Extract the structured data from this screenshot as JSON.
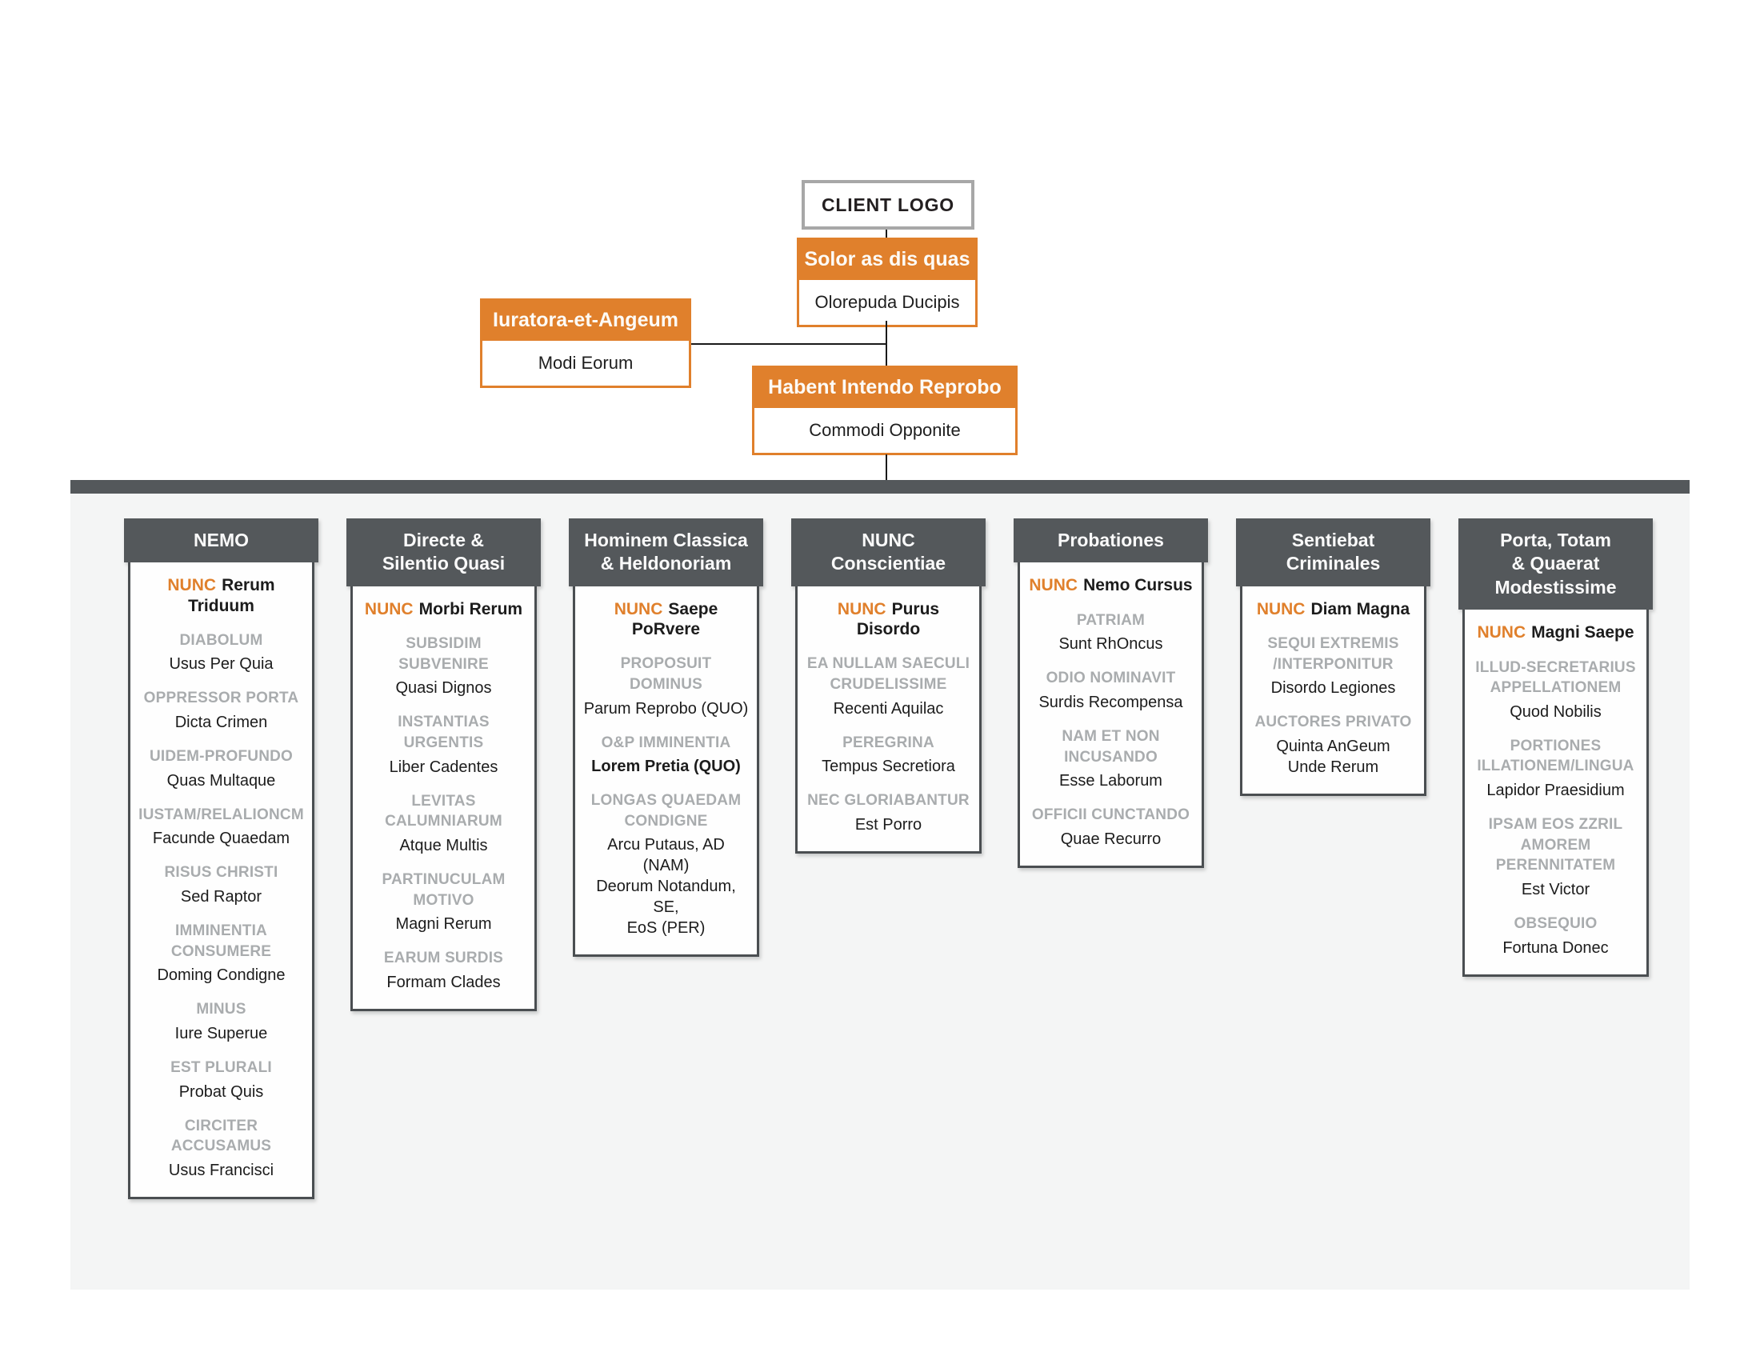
{
  "colors": {
    "accent_orange": "#e0802c",
    "header_gray": "#54585b",
    "role_gray": "#a9acae",
    "panel_gray": "#f4f5f5",
    "logo_border_gray": "#a7a7a7",
    "text_dark": "#1c1c1c"
  },
  "top": {
    "client_logo": "CLIENT LOGO",
    "root": {
      "title": "Solor as dis quas",
      "name": "Olorepuda Ducipis"
    },
    "left": {
      "title": "Iuratora-et-Angeum",
      "name": "Modi Eorum"
    },
    "middle": {
      "title": "Habent Intendo Reprobo",
      "name": "Commodi Opponite"
    }
  },
  "columns": [
    {
      "header": "NEMO",
      "lead": {
        "prefix": "NUNC",
        "name": "Rerum Triduum"
      },
      "items": [
        {
          "role": "DIABOLUM",
          "name": "Usus Per Quia"
        },
        {
          "role": "OPPRESSOR PORTA",
          "name": "Dicta Crimen"
        },
        {
          "role": "UIDEM-PROFUNDO",
          "name": "Quas Multaque"
        },
        {
          "role": "IUSTAM/RELALIONCM",
          "name": "Facunde Quaedam"
        },
        {
          "role": "RISUS CHRISTI",
          "name": "Sed Raptor"
        },
        {
          "role": "IMMINENTIA\nCONSUMERE",
          "name": "Doming Condigne"
        },
        {
          "role": "MINUS",
          "name": "Iure Superue"
        },
        {
          "role": "EST PLURALI",
          "name": "Probat Quis"
        },
        {
          "role": "CIRCITER ACCUSAMUS",
          "name": "Usus Francisci"
        }
      ]
    },
    {
      "header": "Directe &\nSilentio Quasi",
      "lead": {
        "prefix": "NUNC",
        "name": "Morbi Rerum"
      },
      "items": [
        {
          "role": "SUBSIDIM SUBVENIRE",
          "name": "Quasi Dignos"
        },
        {
          "role": "INSTANTIAS URGENTIS",
          "name": "Liber Cadentes"
        },
        {
          "role": "LEVITAS\nCALUMNIARUM",
          "name": "Atque Multis"
        },
        {
          "role": "PARTINUCULAM\nMOTIVO",
          "name": "Magni Rerum"
        },
        {
          "role": "EARUM SURDIS",
          "name": "Formam Clades"
        }
      ]
    },
    {
      "header": "Hominem Classica\n& Heldonoriam",
      "lead": {
        "prefix": "NUNC",
        "name": "Saepe PoRvere"
      },
      "items": [
        {
          "role": "PROPOSUIT DOMINUS",
          "name": "Parum Reprobo (QUO)"
        },
        {
          "role": "O&P IMMINENTIA",
          "name": "Lorem Pretia (QUO)",
          "bold": true
        },
        {
          "role": "LONGAS QUAEDAM\nCONDIGNE",
          "name": "Arcu Putaus, AD (NAM)\nDeorum Notandum, SE,\nEoS (PER)"
        }
      ]
    },
    {
      "header": "NUNC\nConscientiae",
      "lead": {
        "prefix": "NUNC",
        "name": "Purus Disordo"
      },
      "items": [
        {
          "role": "EA NULLAM SAECULI\nCRUDELISSIME",
          "name": "Recenti Aquilac"
        },
        {
          "role": "PEREGRINA",
          "name": "Tempus Secretiora"
        },
        {
          "role": "NEC GLORIABANTUR",
          "name": "Est Porro"
        }
      ]
    },
    {
      "header": "Probationes",
      "lead": {
        "prefix": "NUNC",
        "name": "Nemo Cursus"
      },
      "items": [
        {
          "role": "PATRIAM",
          "name": "Sunt RhOncus"
        },
        {
          "role": "ODIO NOMINAVIT",
          "name": "Surdis Recompensa"
        },
        {
          "role": "NAM ET NON\nINCUSANDO",
          "name": "Esse Laborum"
        },
        {
          "role": "OFFICII CUNCTANDO",
          "name": "Quae Recurro"
        }
      ]
    },
    {
      "header": "Sentiebat\nCriminales",
      "lead": {
        "prefix": "NUNC",
        "name": "Diam Magna"
      },
      "items": [
        {
          "role": "SEQUI EXTREMIS\n/INTERPONITUR",
          "name": "Disordo Legiones"
        },
        {
          "role": "AUCTORES PRIVATO",
          "name": "Quinta AnGeum\nUnde Rerum"
        }
      ]
    },
    {
      "header": "Porta, Totam\n& Quaerat\nModestissime",
      "lead": {
        "prefix": "NUNC",
        "name": "Magni Saepe"
      },
      "items": [
        {
          "role": "ILLUD-SECRETARIUS\nAPPELLATIONEM",
          "name": "Quod Nobilis"
        },
        {
          "role": "PORTIONES\nILLATIONEM/LINGUA",
          "name": "Lapidor Praesidium"
        },
        {
          "role": "IPSAM EOS ZZRIL\nAMOREM\nPERENNITATEM",
          "name": "Est Victor"
        },
        {
          "role": "OBSEQUIO",
          "name": "Fortuna Donec"
        }
      ]
    }
  ]
}
